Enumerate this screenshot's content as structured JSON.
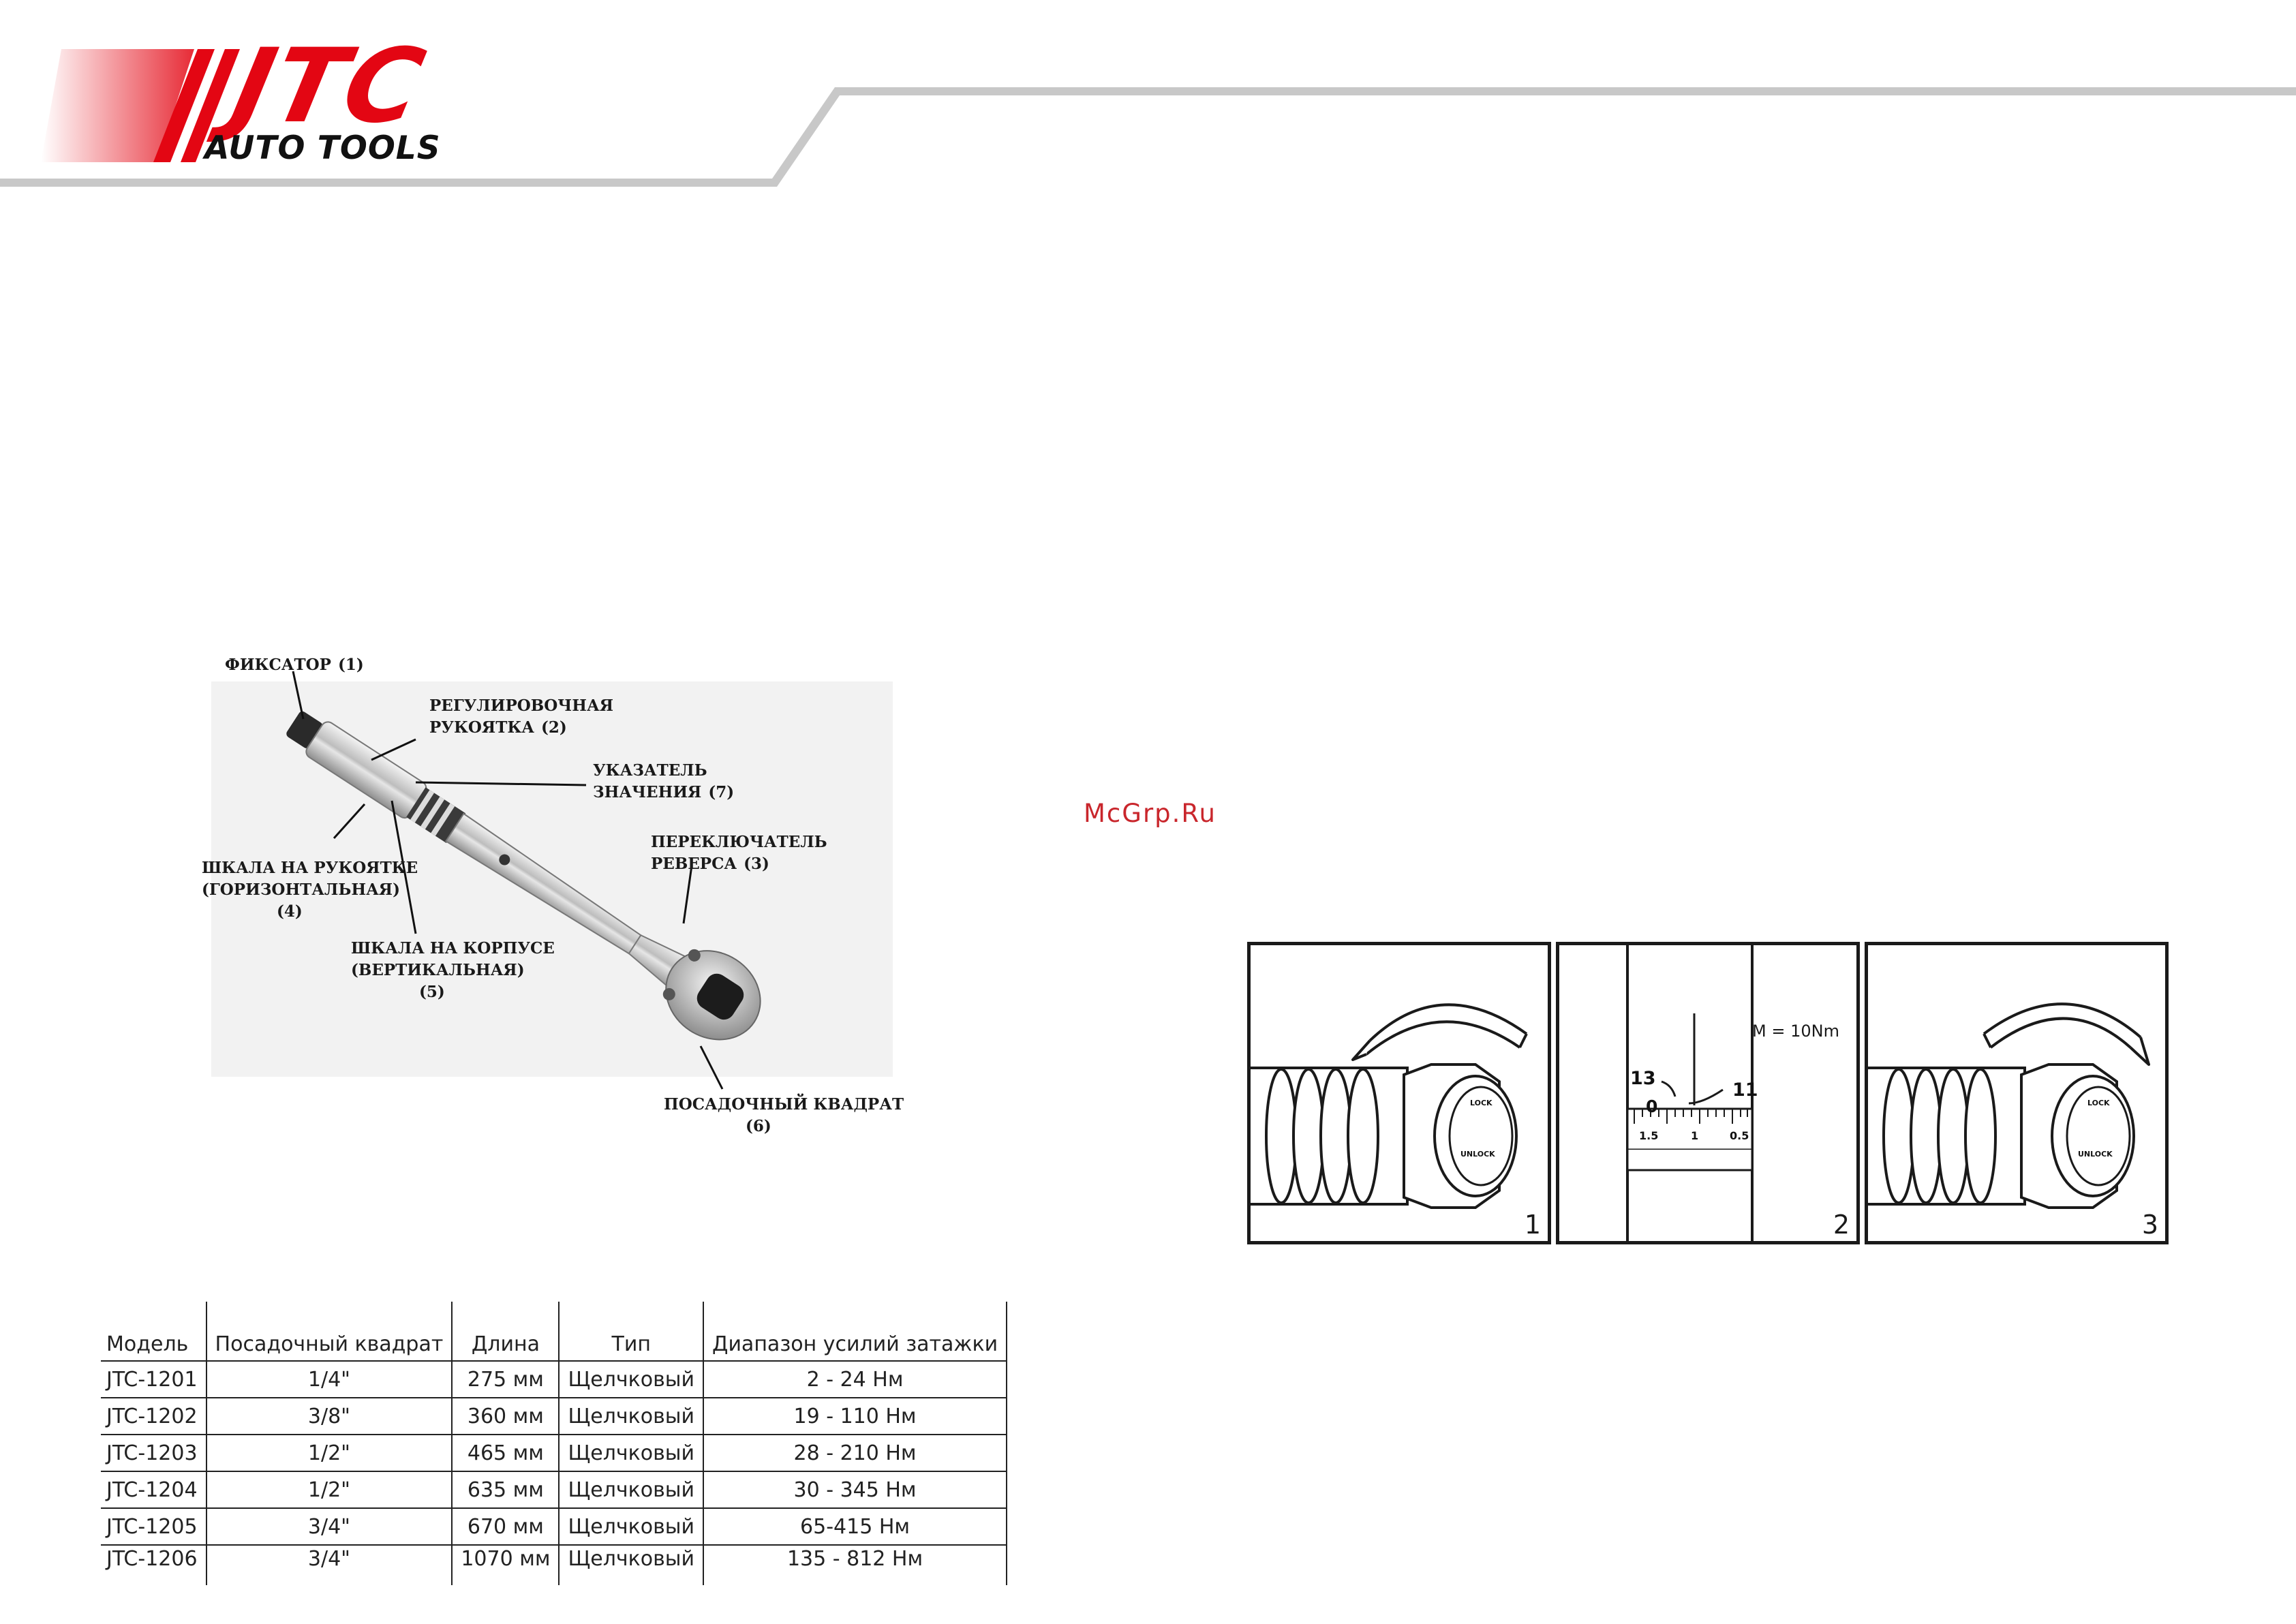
{
  "header": {
    "logo_main": "JTC",
    "logo_sub": "AUTO TOOLS",
    "brand_red": "#e30613",
    "band_gray": "#c8c8c8"
  },
  "diagram": {
    "callouts": [
      {
        "text": "ФИКСАТОР",
        "num": "(1)"
      },
      {
        "line1": "РЕГУЛИРОВОЧНАЯ",
        "line2": "РУКОЯТКА",
        "num": "(2)"
      },
      {
        "line1": "УКАЗАТЕЛЬ",
        "line2": "ЗНАЧЕНИЯ",
        "num": "(7)"
      },
      {
        "line1": "ПЕРЕКЛЮЧАТЕЛЬ",
        "line2": "РЕВЕРСА",
        "num": "(3)"
      },
      {
        "line1": "ШКАЛА НА РУКОЯТКЕ",
        "line2": "(ГОРИЗОНТАЛЬНАЯ)",
        "num": "(4)"
      },
      {
        "line1": "ШКАЛА НА КОРПУСЕ",
        "line2": "(ВЕРТИКАЛЬНАЯ)",
        "num": "(5)"
      },
      {
        "text": "ПОСАДОЧНЫЙ КВАДРАТ",
        "num": "(6)"
      }
    ]
  },
  "table": {
    "headers": [
      "Модель",
      "Посадочный квадрат",
      "Длина",
      "Тип",
      "Диапазон усилий затажки"
    ],
    "rows": [
      [
        "JTC-1201",
        "1/4\"",
        "275 мм",
        "Щелчковый",
        "2 - 24 Нм"
      ],
      [
        "JTC-1202",
        "3/8\"",
        "360 мм",
        "Щелчковый",
        "19 - 110 Нм"
      ],
      [
        "JTC-1203",
        "1/2\"",
        "465 мм",
        "Щелчковый",
        "28 - 210 Нм"
      ],
      [
        "JTC-1204",
        "1/2\"",
        "635 мм",
        "Щелчковый",
        "30 - 345 Нм"
      ],
      [
        "JTC-1205",
        "3/4\"",
        "670 мм",
        "Щелчковый",
        "65-415 Нм"
      ],
      [
        "JTC-1206",
        "3/4\"",
        "1070 мм",
        "Щелчковый",
        "135 - 812 Нм"
      ]
    ]
  },
  "watermark": "McGrp.Ru",
  "panels": [
    {
      "num": "1",
      "cap_top": "LOCK",
      "cap_bottom": "UNLOCK"
    },
    {
      "num": "2",
      "m_label": "M = 10Nm",
      "dial_a": "13",
      "dial_b": "11",
      "dial_c": "0",
      "scale": [
        "1.5",
        "1",
        "0.5"
      ]
    },
    {
      "num": "3",
      "cap_top": "LOCK",
      "cap_bottom": "UNLOCK"
    }
  ]
}
